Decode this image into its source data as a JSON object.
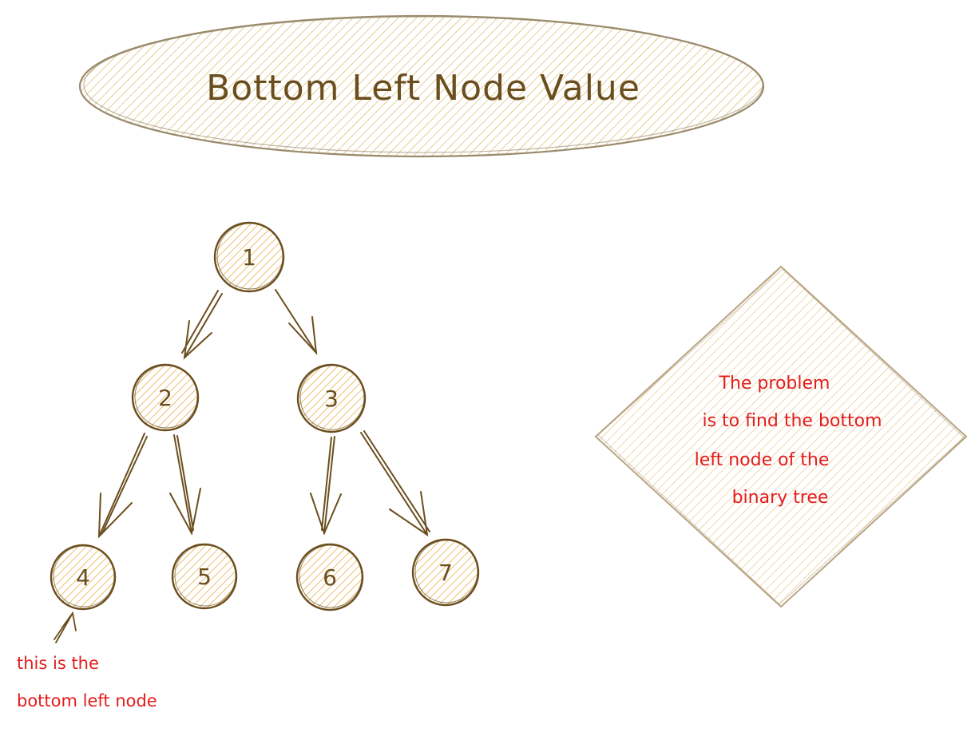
{
  "title": "Bottom Left Node Value",
  "nodes": [
    "1",
    "2",
    "3",
    "4",
    "5",
    "6",
    "7"
  ],
  "note_lines": [
    "The problem",
    "is to find the bottom",
    "left node of the",
    "binary tree"
  ],
  "callout_lines": [
    "this is the",
    "bottom left node"
  ],
  "colors": {
    "fill": "#f5d08a",
    "stroke": "#6b4e1e",
    "hatch": "#e8b04a",
    "annotation": "#e31c1c",
    "diamond_fill": "#f0d9a0"
  }
}
